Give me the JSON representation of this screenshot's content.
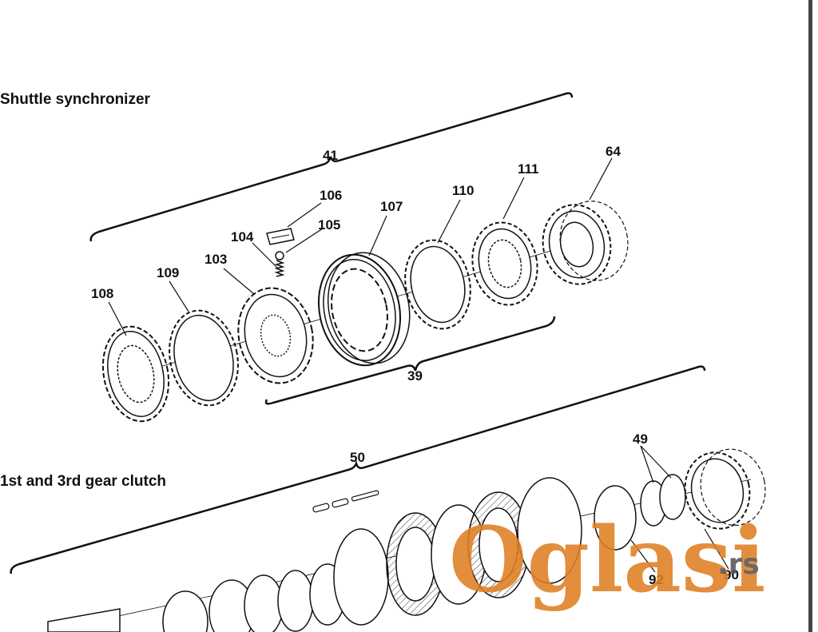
{
  "sections": {
    "shuttle": {
      "title": "Shuttle synchronizer"
    },
    "clutch": {
      "title": "1st and 3rd gear clutch"
    }
  },
  "callouts": {
    "c41": "41",
    "c39": "39",
    "c50": "50",
    "c106": "106",
    "c105": "105",
    "c104": "104",
    "c103": "103",
    "c107": "107",
    "c110": "110",
    "c111": "111",
    "c64": "64",
    "c108": "108",
    "c109": "109",
    "c49": "49",
    "c92": "92",
    "c90": "90"
  },
  "watermark": {
    "brand": "Oglasi",
    "tld": ".rs"
  },
  "colors": {
    "watermark": "#e07f22",
    "watermark_tld": "#555555",
    "line": "#111111"
  }
}
